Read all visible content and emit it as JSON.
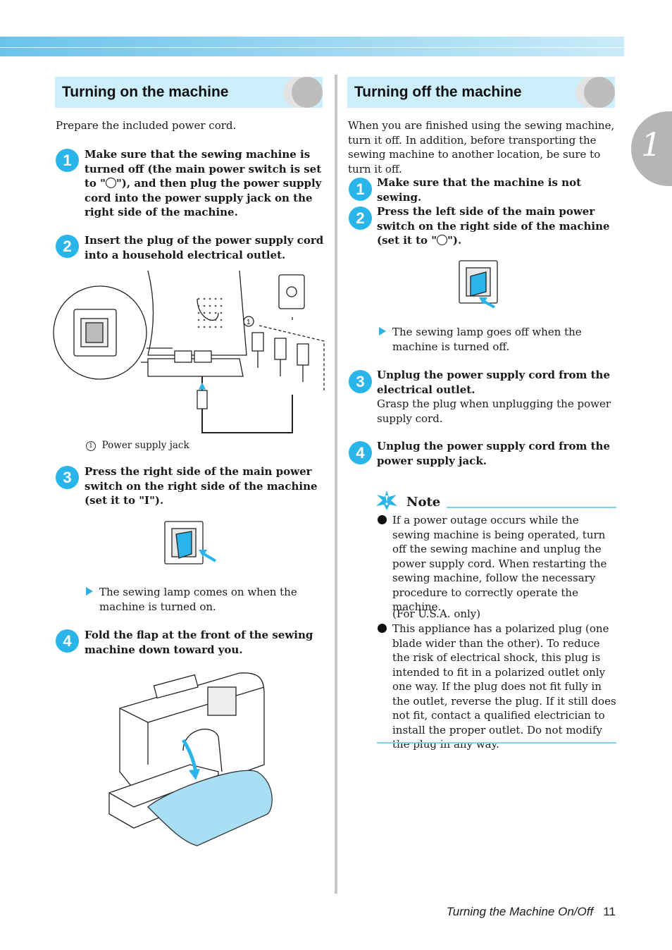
{
  "chapter_tab": "1",
  "left": {
    "heading": "Turning on the machine",
    "intro": "Prepare the included power cord.",
    "step1_a": "Make sure that the sewing machine is turned off (the main power switch is set to \"",
    "step1_b": "\"), and then plug the power supply cord into the power supply jack on the right side of the machine.",
    "step2": "Insert the plug of the power supply cord into a household electrical outlet.",
    "callout_num": "1",
    "caption_num": "1",
    "caption": "Power supply jack",
    "step3": "Press the right side of the main power switch on the right side of the machine (set it to \"I\").",
    "result3": "The sewing lamp comes on when the machine is turned on.",
    "step4": "Fold the flap at the front of the sewing machine down toward you."
  },
  "right": {
    "heading": "Turning off the machine",
    "intro": "When you are finished using the sewing machine, turn it off. In addition, before transporting the sewing machine to another location, be sure to turn it off.",
    "step1": "Make sure that the machine is not sewing.",
    "step2_a": "Press the left side of the main power switch on the right side of the machine (set it to \"",
    "step2_b": "\").",
    "result2": "The sewing lamp goes off when the machine is turned off.",
    "step3_title": "Unplug the power supply cord from the electrical outlet.",
    "step3_body": "Grasp the plug when unplugging the power supply cord.",
    "step4": "Unplug the power supply cord from the power supply jack.",
    "note_title": "Note",
    "note1": "If a power outage occurs while the sewing machine is being operated, turn off the sewing machine and unplug the power supply cord. When restarting the sewing machine, follow the necessary procedure to correctly operate the machine.",
    "note_usa": "(For U.S.A. only)",
    "note2": "This appliance has a polarized plug (one blade wider than the other). To reduce the risk of electrical shock, this plug is intended to fit in a polarized outlet only one way. If the plug does not fit fully in the outlet, reverse the plug. If it still does not fit, contact a qualified electrician to install the proper outlet. Do not modify the plug in any way."
  },
  "steps": [
    "1",
    "2",
    "3",
    "4"
  ],
  "footer": {
    "title": "Turning the Machine On/Off",
    "page": "11"
  },
  "colors": {
    "accent": "#29b4ea",
    "heading_bg": "#cdeefb",
    "tab_gray": "#b5b5b5"
  }
}
